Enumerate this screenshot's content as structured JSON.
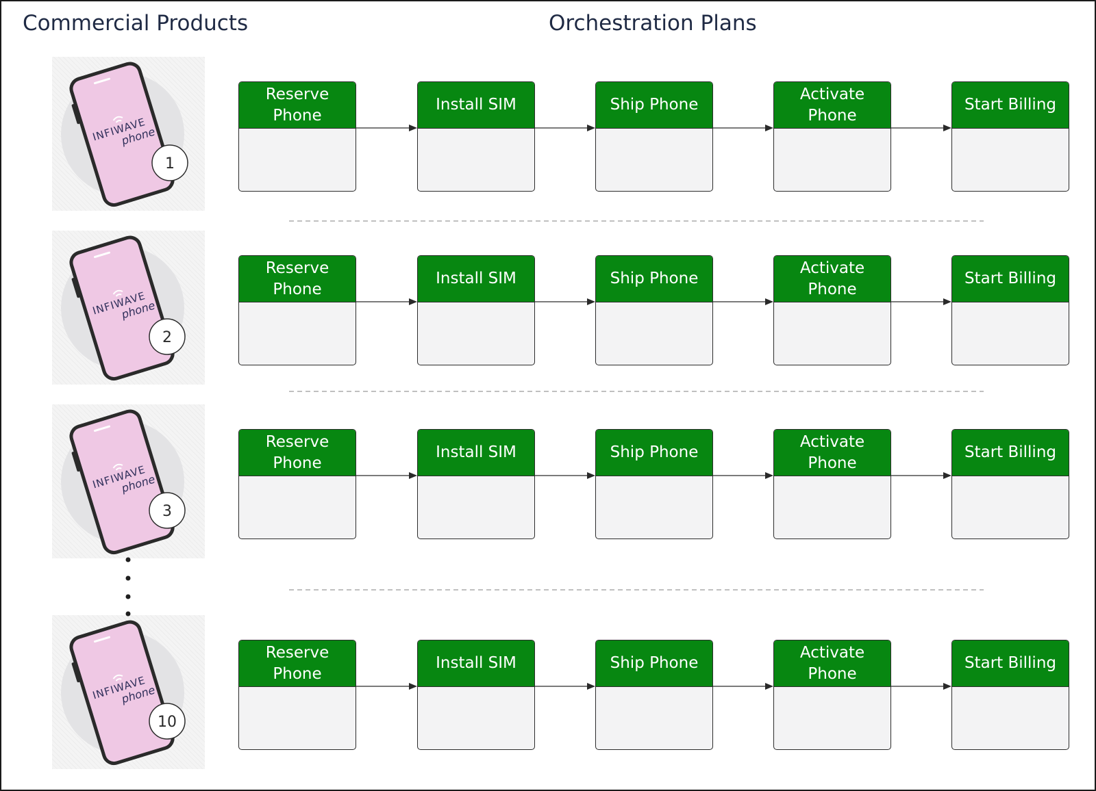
{
  "headings": {
    "products": "Commercial Products",
    "plans": "Orchestration Plans"
  },
  "products": [
    {
      "badge": "1",
      "brand": "INFIWAVE",
      "subbrand": "phone"
    },
    {
      "badge": "2",
      "brand": "INFIWAVE",
      "subbrand": "phone"
    },
    {
      "badge": "3",
      "brand": "INFIWAVE",
      "subbrand": "phone"
    },
    {
      "badge": "10",
      "brand": "INFIWAVE",
      "subbrand": "phone"
    }
  ],
  "plans": [
    {
      "steps": [
        "Reserve Phone",
        "Install SIM",
        "Ship Phone",
        "Activate Phone",
        "Start Billing"
      ]
    },
    {
      "steps": [
        "Reserve Phone",
        "Install SIM",
        "Ship Phone",
        "Activate Phone",
        "Start Billing"
      ]
    },
    {
      "steps": [
        "Reserve Phone",
        "Install SIM",
        "Ship Phone",
        "Activate Phone",
        "Start Billing"
      ]
    },
    {
      "steps": [
        "Reserve Phone",
        "Install SIM",
        "Ship Phone",
        "Activate Phone",
        "Start Billing"
      ]
    }
  ],
  "colors": {
    "step_header": "#078711",
    "step_body": "#f3f3f4",
    "phone_screen": "#efc8e4",
    "separator": "#9a9a9a",
    "heading_text": "#1f2a44"
  }
}
